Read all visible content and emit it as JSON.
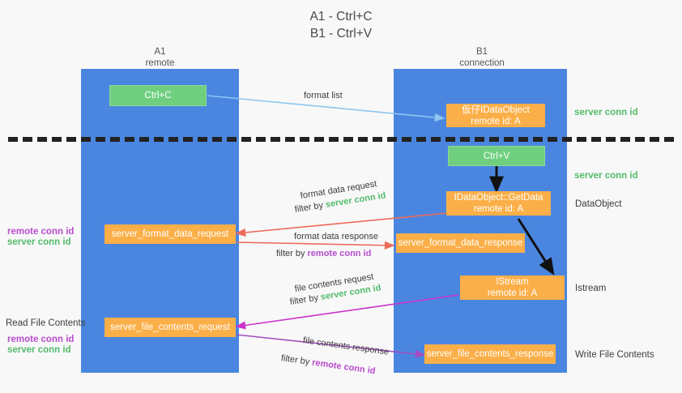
{
  "title": "A1 - Ctrl+C\nB1 - Ctrl+V",
  "lanes": [
    {
      "name": "lane-a",
      "title": "A1\nremote"
    },
    {
      "name": "lane-b",
      "title": "B1\nconnection"
    }
  ],
  "nodes": [
    {
      "id": "ctrl-c",
      "label": "Ctrl+C"
    },
    {
      "id": "idataobject-remote",
      "label": "仮仔IDataObject\nremote id: A"
    },
    {
      "id": "ctrl-v",
      "label": "Ctrl+V"
    },
    {
      "id": "idataobject-getdata",
      "label": "IDataObject::GetData\nremote id: A"
    },
    {
      "id": "server-format-data-request",
      "label": "server_format_data_request"
    },
    {
      "id": "server-format-data-response",
      "label": "server_format_data_response"
    },
    {
      "id": "istream-remote",
      "label": "IStream\nremote id: A"
    },
    {
      "id": "server-file-contents-request",
      "label": "server_file_contents_request"
    },
    {
      "id": "server-file-contents-response",
      "label": "server_file_contents_response"
    }
  ],
  "edge_labels": {
    "format_list": "format list",
    "format_data_request": "format data request",
    "format_data_request_filter_prefix": "filter by ",
    "format_data_request_filter_value": "server conn id",
    "format_data_response": "format data response",
    "format_data_response_filter_prefix": "filter by ",
    "format_data_response_filter_value": "remote conn id",
    "file_contents_request": "file contents request",
    "file_contents_request_filter_prefix": "filter by ",
    "file_contents_request_filter_value": "server conn id",
    "file_contents_response": "file contents response",
    "file_contents_response_filter_prefix": "filter by ",
    "file_contents_response_filter_value": "remote conn id"
  },
  "right_labels": {
    "server_conn_id_top": "server conn id",
    "server_conn_id_mid": "server conn id",
    "dataobject": "DataObject",
    "istream": "Istream",
    "write_file_contents": "Write File Contents"
  },
  "left_labels": {
    "remote_conn_id_1": "remote conn id",
    "server_conn_id_1": "server conn id",
    "read_file_contents": "Read File Contents",
    "remote_conn_id_2": "remote conn id",
    "server_conn_id_2": "server conn id"
  },
  "colors": {
    "lane": "#4a86e0",
    "node_green": "#6fcf7f",
    "node_orange": "#fbaf48",
    "conn_green": "#53bb6a",
    "conn_purple": "#b84ccd",
    "arrow_blue": "#8ec6ef",
    "arrow_red": "#ee6a5a",
    "arrow_magenta": "#cc33cc",
    "arrow_purple": "#a24ec0",
    "arrow_black": "#111111",
    "divider": "#222222",
    "background": "#f8f8f8"
  }
}
